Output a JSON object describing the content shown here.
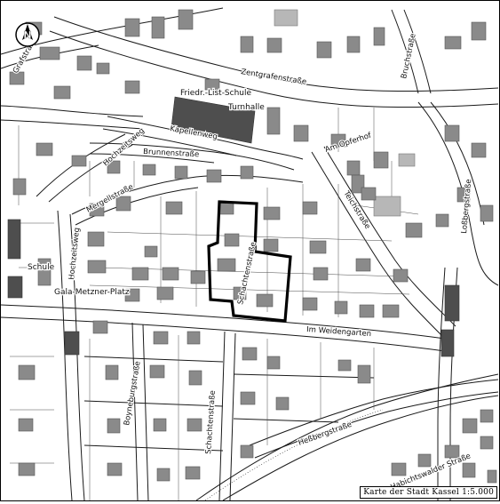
{
  "map": {
    "north_label": "N",
    "scale_caption": "Karte der Stadt Kassel 1:5.000",
    "streets": {
      "zentgrafenstrasse": "Zentgrafenstraße",
      "bruchstrasse": "Bruchstraße",
      "kapellenweg": "Kapellenweg",
      "brunnenstrasse": "Brunnenstraße",
      "hochzeitsweg_upper": "Hochzeitsweg",
      "hochzeitsweg_lower": "Hochzeitsweg",
      "mergellstrasse": "Mergellstraße",
      "am_opferhof": "Am Opferhof",
      "teichstrasse": "Teichstraße",
      "lossbergstrasse": "Loßbergstraße",
      "schachtenstrasse_upper": "Schachtenstraße",
      "schachtenstrasse_lower": "Schachtenstraße",
      "im_weidengarten": "Im Weidengarten",
      "boyneburgstrasse": "Boyneburgstraße",
      "hessbergstrasse": "Heßbergstraße",
      "habichtswalder_strasse": "Habichtswalder Straße",
      "grafstrasse": "Grafstraße"
    },
    "places": {
      "friedrich_list_schule": "Friedr.-List-Schule",
      "turnhalle": "Turnhalle",
      "schule": "Schule",
      "gala_metzner_platz": "Gala-Metzner-Platz"
    }
  }
}
